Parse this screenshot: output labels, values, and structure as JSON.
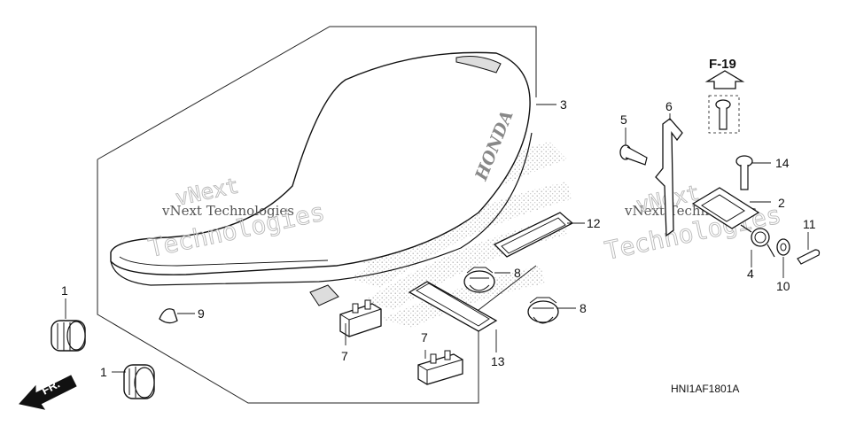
{
  "callouts": {
    "c1a": "1",
    "c1b": "1",
    "c2": "2",
    "c3": "3",
    "c4": "4",
    "c5": "5",
    "c6": "6",
    "c7a": "7",
    "c7b": "7",
    "c8a": "8",
    "c8b": "8",
    "c9": "9",
    "c10": "10",
    "c11": "11",
    "c12": "12",
    "c13": "13",
    "c14": "14"
  },
  "reference": "F-19",
  "front_label": "FR.",
  "diagram_code": "HNI1AF1801A",
  "seat_logo": "HONDA",
  "watermark": {
    "text_a": "vNext Technologies",
    "text_b": "Technologies",
    "text_c": "vNext",
    "text_d": "vNext Technologies",
    "text_e": "Technologies",
    "text_f": "vNext"
  }
}
